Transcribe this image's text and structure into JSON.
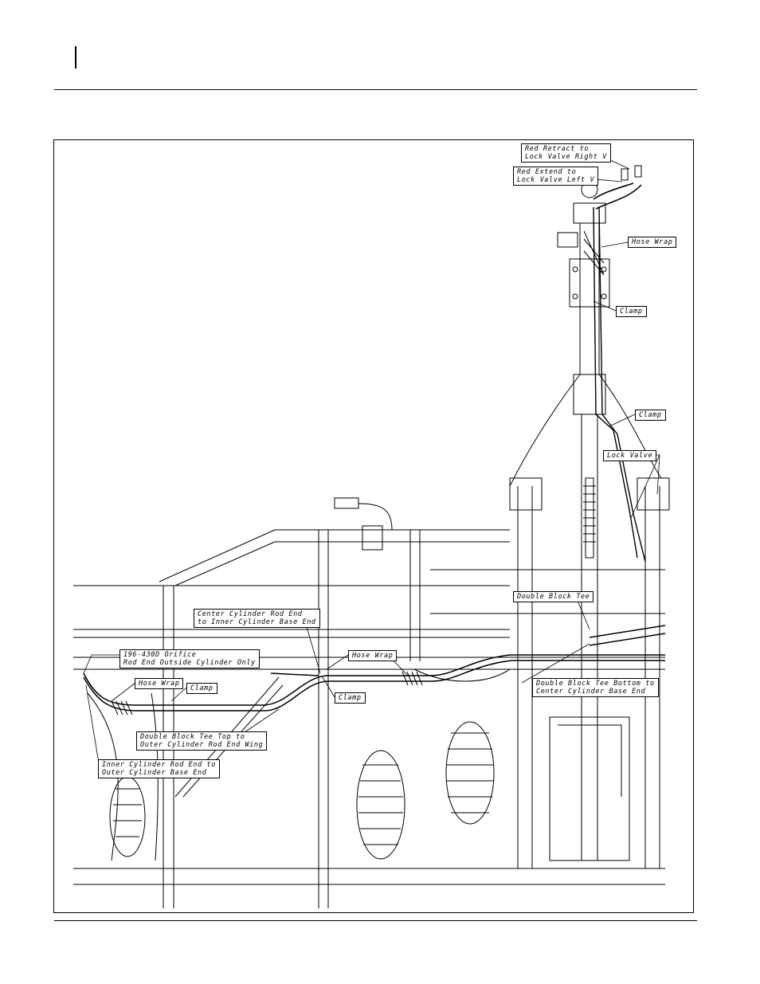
{
  "callouts": {
    "red_retract": "Red Retract to\nLock Valve Right V",
    "red_extend": "Red Extend to\nLock Valve Left V",
    "hose_wrap_top": "Hose Wrap",
    "clamp_top": "Clamp",
    "clamp_mid": "Clamp",
    "lock_valve": "Lock Valve",
    "double_block_tee": "Double Block Tee",
    "center_cyl": "Center Cylinder Rod End\nto Inner Cylinder Base End",
    "orifice": "196-430D Orifice\nRod End Outside Cylinder Only",
    "hose_wrap_center": "Hose Wrap",
    "hose_wrap_left": "Hose Wrap",
    "clamp_left": "Clamp",
    "clamp_center": "Clamp",
    "dbt_bottom": "Double Block Tee Bottom to\nCenter Cylinder Base End",
    "dbt_top": "Double Block Tee Top to\nOuter Cylinder Rod End Wing",
    "inner_cyl": "Inner Cylinder Rod End to\nOuter Cylinder Base End"
  }
}
